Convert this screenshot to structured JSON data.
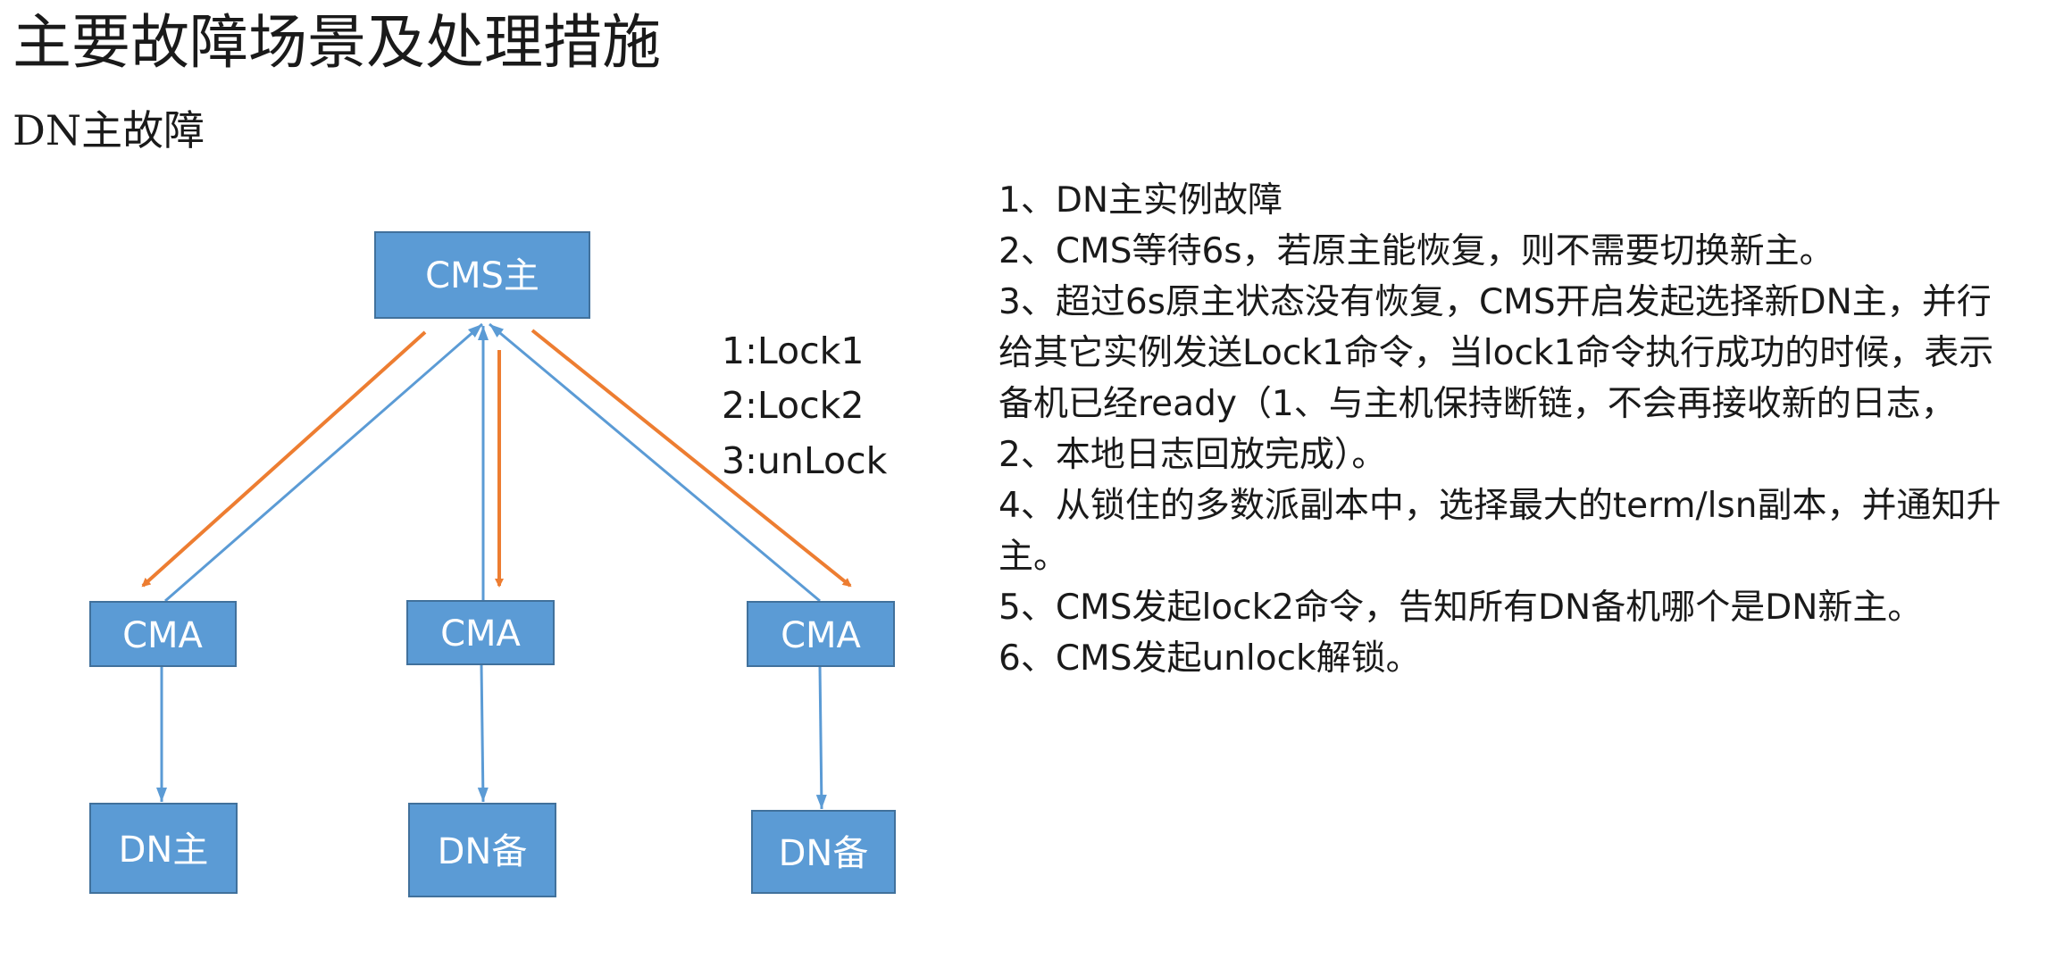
{
  "title": "主要故障场景及处理措施",
  "subtitle": "DN主故障",
  "colors": {
    "node_fill": "#5b9bd5",
    "node_border": "#41719c",
    "lock_arrow": "#ed7d31",
    "report_arrow": "#5b9bd5"
  },
  "diagram": {
    "cms_label": "CMS主",
    "cma_labels": [
      "CMA",
      "CMA",
      "CMA"
    ],
    "dn_labels": [
      "DN主",
      "DN备",
      "DN备"
    ],
    "lock_commands": [
      "1:Lock1",
      "2:Lock2",
      "3:unLock"
    ]
  },
  "steps": [
    "1、DN主实例故障",
    "2、CMS等待6s，若原主能恢复，则不需要切换新主。",
    "3、超过6s原主状态没有恢复，CMS开启发起选择新DN主，并行给其它实例发送Lock1命令，当lock1命令执行成功的时候，表示备机已经ready（1、与主机保持断链，不会再接收新的日志，2、本地日志回放完成）。",
    "4、从锁住的多数派副本中，选择最大的term/lsn副本，并通知升主。",
    "5、CMS发起lock2命令，告知所有DN备机哪个是DN新主。",
    "6、CMS发起unlock解锁。"
  ]
}
